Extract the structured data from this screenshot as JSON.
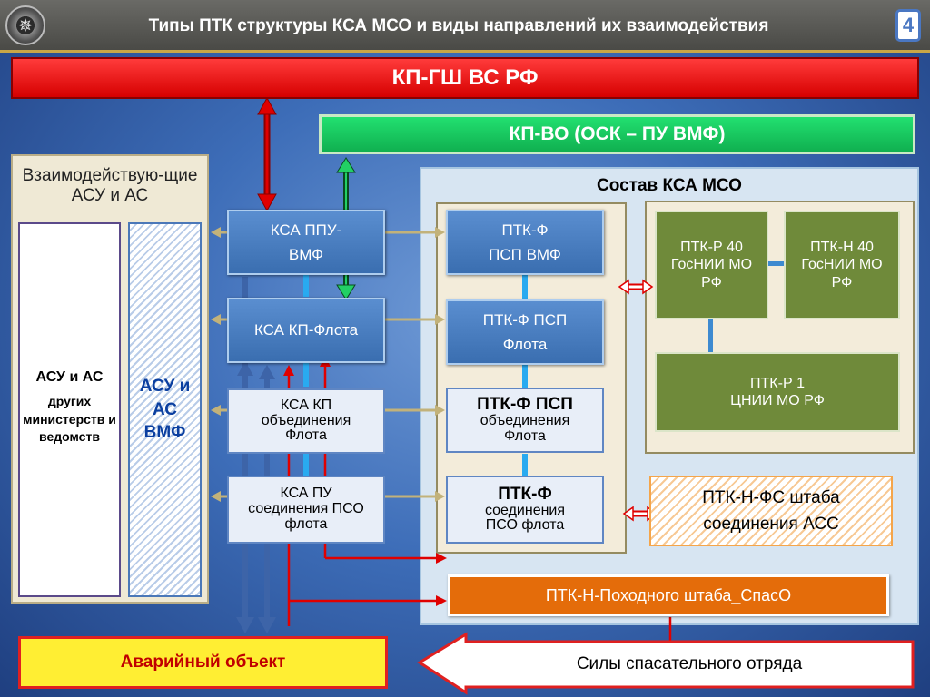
{
  "header": {
    "title": "Типы ПТК структуры КСА МСО и виды направлений их взаимодействия",
    "page_number": "4",
    "emblem_icon": "star-emblem-icon"
  },
  "top": {
    "kp_gsh": "КП-ГШ ВС РФ",
    "kp_vo": "КП-ВО (ОСК – ПУ ВМФ)"
  },
  "left_panel": {
    "title": "Взаимодействую-щие АСУ и АС",
    "col1_line1": "АСУ и АС",
    "col1_line2": "других министерств и ведомств",
    "col2": "АСУ и АС ВМФ"
  },
  "ksa": {
    "ppu": "КСА ППУ-ВМФ",
    "kp_flota": "КСА КП-Флота",
    "kp_obed": "КСА КП объединения Флота",
    "pu_soed": "КСА ПУ соединения ПСО флота"
  },
  "sostav": {
    "title": "Состав КСА МСО",
    "ptk_f_psp_vmf": "ПТК-Ф ПСП ВМФ",
    "ptk_f_psp_flota": "ПТК-Ф ПСП Флота",
    "ptk_f_psp_obed_top": "ПТК-Ф ПСП",
    "ptk_f_psp_obed_bottom": "объединения Флота",
    "ptk_f_soed_top": "ПТК-Ф",
    "ptk_f_soed_bottom": "соединения ПСО флота",
    "ptk_r_40": "ПТК-Р 40 ГосНИИ МО РФ",
    "ptk_n_40": "ПТК-Н 40 ГосНИИ МО РФ",
    "ptk_r_1": "ПТК-Р 1 ЦНИИ МО РФ",
    "ptk_n_fs": "ПТК-Н-ФС штаба соединения АСС"
  },
  "bottom": {
    "ptk_n_pohod": "ПТК-Н-Походного штаба_СпасО",
    "avar": "Аварийный объект",
    "sily": "Силы спасательного отряда"
  },
  "colors": {
    "red": "#e00000",
    "green": "#12b24f",
    "orange": "#e46c0a",
    "blue_box": "#3f74b8",
    "olive": "#6f8a3a"
  }
}
